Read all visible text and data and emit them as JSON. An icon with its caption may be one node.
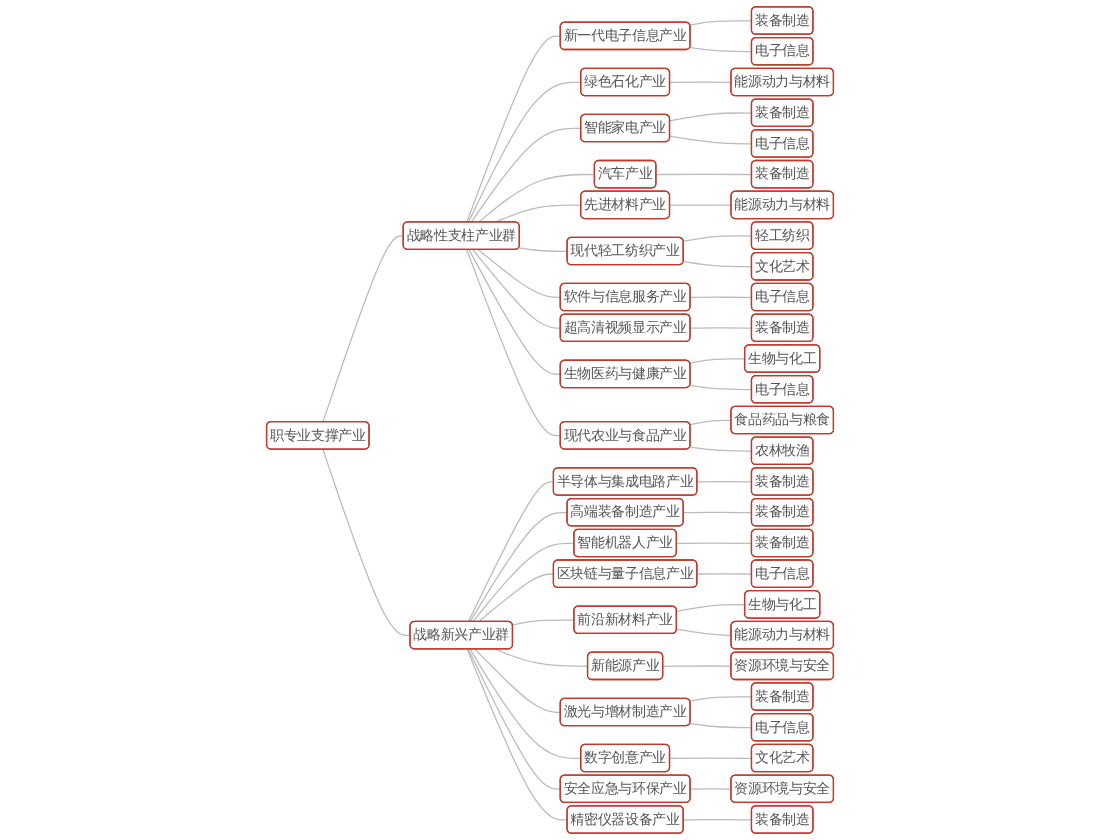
{
  "diagram": {
    "nodes": [
      {
        "text": [
          "职专业支撑产业"
        ]
      },
      {
        "text": [
          "战略性支柱产业群"
        ]
      },
      {
        "text": [
          "新一代电子信息产业"
        ]
      },
      {
        "text": [
          "绿色石化产业"
        ]
      },
      {
        "text": [
          "智能家电产业"
        ]
      },
      {
        "text": [
          "汽车产业"
        ]
      },
      {
        "text": [
          "先进材料产业"
        ]
      },
      {
        "text": [
          "现代轻工纺织产业"
        ]
      },
      {
        "text": [
          "软件与信息服务产业"
        ]
      },
      {
        "text": [
          "超高清视频显示产业"
        ]
      },
      {
        "text": [
          "生物医药与健康产业"
        ]
      },
      {
        "text": [
          "现代农业与食品产业"
        ]
      },
      {
        "text": [
          "战略新兴产业群"
        ]
      },
      {
        "text": [
          "半导体与集成电路产业"
        ]
      },
      {
        "text": [
          "高端装备制造产业"
        ]
      },
      {
        "text": [
          "智能机器人产业"
        ]
      },
      {
        "text": [
          "区块链与量子信息产业"
        ]
      },
      {
        "text": [
          "前沿新材料产业"
        ]
      },
      {
        "text": [
          "新能源产业"
        ]
      },
      {
        "text": [
          "激光与增材制造产业"
        ]
      },
      {
        "text": [
          "数字创意产业"
        ]
      },
      {
        "text": [
          "安全应急与环保产业"
        ]
      },
      {
        "text": [
          "精密仪器设备产业"
        ]
      },
      {
        "text": [
          "装备制造"
        ]
      },
      {
        "text": [
          "电子信息"
        ]
      },
      {
        "text": [
          "能源动力与材料"
        ]
      },
      {
        "text": [
          "装备制造"
        ]
      },
      {
        "text": [
          "电子信息"
        ]
      },
      {
        "text": [
          "装备制造"
        ]
      },
      {
        "text": [
          "能源动力与材料"
        ]
      },
      {
        "text": [
          "轻工纺织"
        ]
      },
      {
        "text": [
          "文化艺术"
        ]
      },
      {
        "text": [
          "电子信息"
        ]
      },
      {
        "text": [
          "装备制造"
        ]
      },
      {
        "text": [
          "生物与化工"
        ]
      },
      {
        "text": [
          "电子信息"
        ]
      },
      {
        "text": [
          "食品药品与粮食"
        ]
      },
      {
        "text": [
          "农林牧渔"
        ]
      },
      {
        "text": [
          "装备制造"
        ]
      },
      {
        "text": [
          "装备制造"
        ]
      },
      {
        "text": [
          "装备制造"
        ]
      },
      {
        "text": [
          "电子信息"
        ]
      },
      {
        "text": [
          "生物与化工"
        ]
      },
      {
        "text": [
          "能源动力与材料"
        ]
      },
      {
        "text": [
          "资源环境与安全"
        ]
      },
      {
        "text": [
          "装备制造"
        ]
      },
      {
        "text": [
          "电子信息"
        ]
      },
      {
        "text": [
          "文化艺术"
        ]
      },
      {
        "text": [
          "资源环境与安全"
        ]
      },
      {
        "text": [
          "装备制造"
        ]
      }
    ],
    "edges": [
      {
        "from": 0,
        "to": 1,
        "arrow": "none"
      },
      {
        "from": 0,
        "to": 12,
        "arrow": "none"
      },
      {
        "from": 1,
        "to": 2,
        "arrow": "none"
      },
      {
        "from": 1,
        "to": 3,
        "arrow": "none"
      },
      {
        "from": 1,
        "to": 4,
        "arrow": "none"
      },
      {
        "from": 1,
        "to": 5,
        "arrow": "none"
      },
      {
        "from": 1,
        "to": 6,
        "arrow": "none"
      },
      {
        "from": 1,
        "to": 7,
        "arrow": "none"
      },
      {
        "from": 1,
        "to": 8,
        "arrow": "none"
      },
      {
        "from": 1,
        "to": 9,
        "arrow": "none"
      },
      {
        "from": 1,
        "to": 10,
        "arrow": "none"
      },
      {
        "from": 1,
        "to": 11,
        "arrow": "none"
      },
      {
        "from": 12,
        "to": 13,
        "arrow": "none"
      },
      {
        "from": 12,
        "to": 14,
        "arrow": "none"
      },
      {
        "from": 12,
        "to": 15,
        "arrow": "none"
      },
      {
        "from": 12,
        "to": 16,
        "arrow": "none"
      },
      {
        "from": 12,
        "to": 17,
        "arrow": "none"
      },
      {
        "from": 12,
        "to": 18,
        "arrow": "none"
      },
      {
        "from": 12,
        "to": 19,
        "arrow": "none"
      },
      {
        "from": 12,
        "to": 20,
        "arrow": "none"
      },
      {
        "from": 12,
        "to": 21,
        "arrow": "none"
      },
      {
        "from": 12,
        "to": 22,
        "arrow": "none"
      },
      {
        "from": 2,
        "to": 23,
        "arrow": "none"
      },
      {
        "from": 2,
        "to": 24,
        "arrow": "none"
      },
      {
        "from": 3,
        "to": 25,
        "arrow": "none"
      },
      {
        "from": 4,
        "to": 26,
        "arrow": "none"
      },
      {
        "from": 4,
        "to": 27,
        "arrow": "none"
      },
      {
        "from": 5,
        "to": 28,
        "arrow": "none"
      },
      {
        "from": 6,
        "to": 29,
        "arrow": "none"
      },
      {
        "from": 7,
        "to": 30,
        "arrow": "none"
      },
      {
        "from": 7,
        "to": 31,
        "arrow": "none"
      },
      {
        "from": 8,
        "to": 32,
        "arrow": "none"
      },
      {
        "from": 9,
        "to": 33,
        "arrow": "none"
      },
      {
        "from": 10,
        "to": 34,
        "arrow": "none"
      },
      {
        "from": 10,
        "to": 35,
        "arrow": "none"
      },
      {
        "from": 11,
        "to": 36,
        "arrow": "none"
      },
      {
        "from": 11,
        "to": 37,
        "arrow": "none"
      },
      {
        "from": 13,
        "to": 38,
        "arrow": "none"
      },
      {
        "from": 14,
        "to": 39,
        "arrow": "none"
      },
      {
        "from": 15,
        "to": 40,
        "arrow": "none"
      },
      {
        "from": 16,
        "to": 41,
        "arrow": "none"
      },
      {
        "from": 17,
        "to": 42,
        "arrow": "none"
      },
      {
        "from": 17,
        "to": 43,
        "arrow": "none"
      },
      {
        "from": 18,
        "to": 44,
        "arrow": "none"
      },
      {
        "from": 19,
        "to": 45,
        "arrow": "none"
      },
      {
        "from": 19,
        "to": 46,
        "arrow": "none"
      },
      {
        "from": 20,
        "to": 47,
        "arrow": "none"
      },
      {
        "from": 21,
        "to": 48,
        "arrow": "none"
      },
      {
        "from": 22,
        "to": 49,
        "arrow": "none"
      }
    ]
  }
}
